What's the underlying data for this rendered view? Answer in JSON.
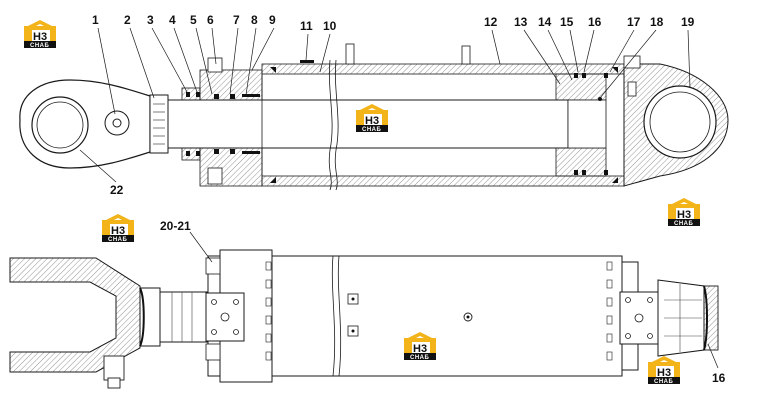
{
  "callouts_top": [
    {
      "id": "c1",
      "text": "1"
    },
    {
      "id": "c2",
      "text": "2"
    },
    {
      "id": "c3",
      "text": "3"
    },
    {
      "id": "c4",
      "text": "4"
    },
    {
      "id": "c5",
      "text": "5"
    },
    {
      "id": "c6",
      "text": "6"
    },
    {
      "id": "c7",
      "text": "7"
    },
    {
      "id": "c8",
      "text": "8"
    },
    {
      "id": "c9",
      "text": "9"
    },
    {
      "id": "c11",
      "text": "11"
    },
    {
      "id": "c10",
      "text": "10"
    },
    {
      "id": "c12",
      "text": "12"
    },
    {
      "id": "c13",
      "text": "13"
    },
    {
      "id": "c14",
      "text": "14"
    },
    {
      "id": "c15",
      "text": "15"
    },
    {
      "id": "c16a",
      "text": "16"
    },
    {
      "id": "c17",
      "text": "17"
    },
    {
      "id": "c18",
      "text": "18"
    },
    {
      "id": "c19",
      "text": "19"
    },
    {
      "id": "c22",
      "text": "22"
    }
  ],
  "callouts_bottom": [
    {
      "id": "c2021",
      "text": "20-21"
    },
    {
      "id": "c16b",
      "text": "16"
    }
  ],
  "logo": {
    "letters": "H3",
    "subtitle": "CHAБ"
  },
  "colors": {
    "logo_yellow": "#f2b418",
    "logo_black": "#111111",
    "line": "#1a1a1a",
    "hatch": "#555555"
  }
}
